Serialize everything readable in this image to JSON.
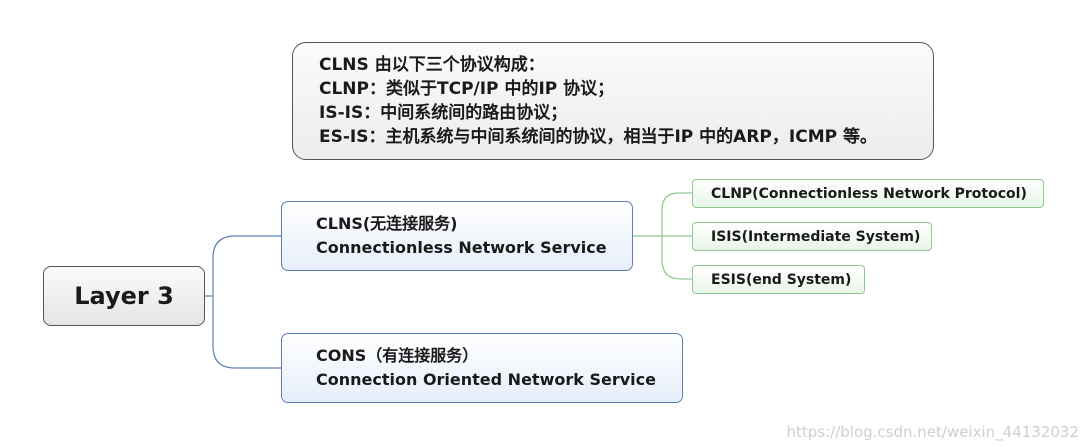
{
  "callout": {
    "line1": "CLNS 由以下三个协议构成：",
    "line2": "CLNP：类似于TCP/IP 中的IP 协议；",
    "line3": "IS-IS：中间系统间的路由协议；",
    "line4": "ES-IS：主机系统与中间系统间的协议，相当于IP 中的ARP，ICMP 等。"
  },
  "root": {
    "label": "Layer 3"
  },
  "clns": {
    "line1": "CLNS(无连接服务)",
    "line2": "Connectionless Network Service"
  },
  "cons": {
    "line1": "CONS（有连接服务）",
    "line2": "Connection Oriented Network Service"
  },
  "leaves": [
    {
      "label": "CLNP(Connectionless Network Protocol)"
    },
    {
      "label": "ISIS(Intermediate System)"
    },
    {
      "label": "ESIS(end System)"
    }
  ],
  "watermark": "https://blog.csdn.net/weixin_44132032",
  "colors": {
    "blue_connector": "#5b7fb2",
    "green_connector": "#8fc98f"
  }
}
